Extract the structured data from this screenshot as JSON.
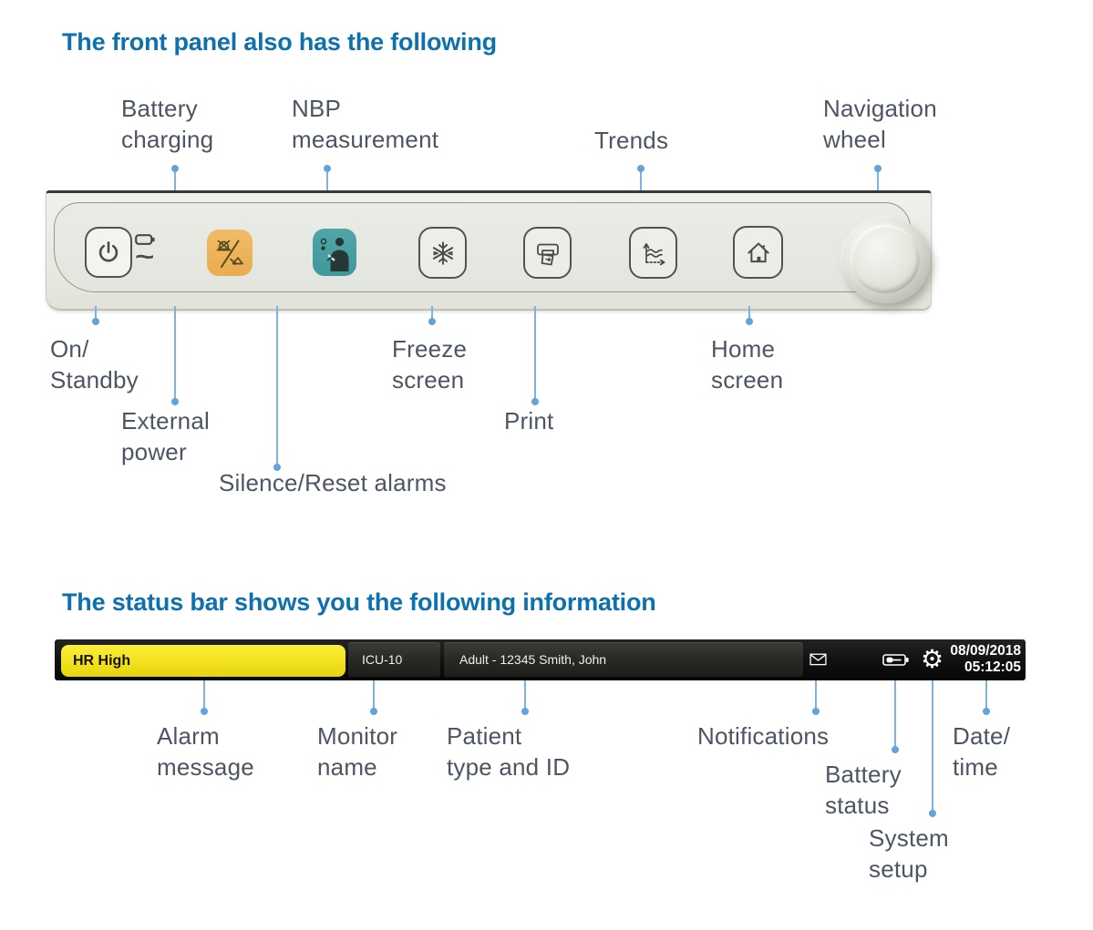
{
  "headings": {
    "front_panel": "The front panel also has the following",
    "status_bar": "The status bar shows you the following information"
  },
  "front_panel": {
    "top_labels": [
      {
        "name": "battery-charging",
        "text": "Battery\ncharging"
      },
      {
        "name": "nbp-measurement",
        "text": "NBP\nmeasurement"
      },
      {
        "name": "trends",
        "text": "Trends"
      },
      {
        "name": "navigation-wheel",
        "text": "Navigation\nwheel"
      }
    ],
    "bottom_labels": [
      {
        "name": "on-standby",
        "text": "On/\nStandby"
      },
      {
        "name": "external-power",
        "text": "External\npower"
      },
      {
        "name": "silence-reset-alarms",
        "text": "Silence/Reset alarms"
      },
      {
        "name": "freeze-screen",
        "text": "Freeze\nscreen"
      },
      {
        "name": "print",
        "text": "Print"
      },
      {
        "name": "home-screen",
        "text": "Home\nscreen"
      }
    ],
    "indicators": {
      "ac_symbol": "~"
    },
    "colors": {
      "silence_button": "#edb45c",
      "nbp_button": "#47a0a3",
      "panel_body": "#eae9e3"
    }
  },
  "status_bar": {
    "alarm_message": "HR High",
    "monitor_name": "ICU-10",
    "patient_info": "Adult - 12345 Smith, John",
    "datetime": "08/09/2018\n05:12:05",
    "gear_glyph": "⚙",
    "icons": {
      "notifications": "envelope-icon",
      "battery_status": "battery-plug-icon",
      "system_setup": "gear-icon"
    },
    "colors": {
      "alarm_bg": "#f2e11d",
      "bar_bg": "#141413",
      "heading_blue": "#0e70ad",
      "label_gray": "#4c5662",
      "callout_blue": "#7db3e3"
    },
    "labels": [
      {
        "name": "alarm-message",
        "text": "Alarm\nmessage"
      },
      {
        "name": "monitor-name",
        "text": "Monitor\nname"
      },
      {
        "name": "patient-type-id",
        "text": "Patient\ntype and ID"
      },
      {
        "name": "notifications",
        "text": "Notifications"
      },
      {
        "name": "battery-status",
        "text": "Battery\nstatus"
      },
      {
        "name": "system-setup",
        "text": "System\nsetup"
      },
      {
        "name": "date-time",
        "text": "Date/\ntime"
      }
    ]
  }
}
